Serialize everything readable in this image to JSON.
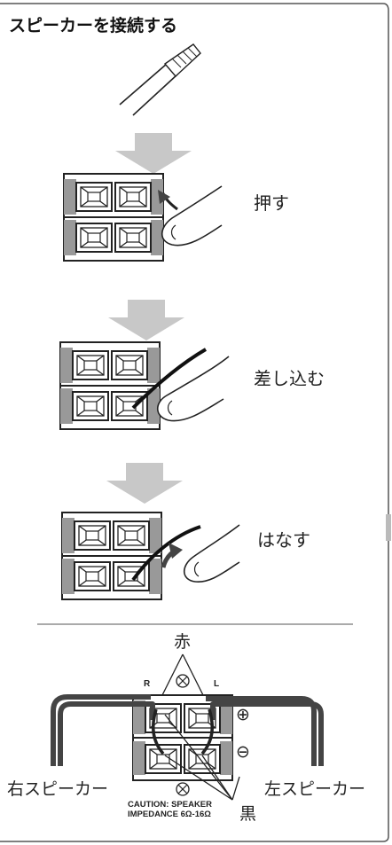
{
  "title": "スピーカーを接続する",
  "steps": [
    {
      "label": "押す"
    },
    {
      "label": "差し込む"
    },
    {
      "label": "はなす"
    }
  ],
  "connection": {
    "red_label": "赤",
    "black_label": "黒",
    "right_channel": "R",
    "left_channel": "L",
    "right_speaker": "右スピーカー",
    "left_speaker": "左スピーカー",
    "plus_symbol": "⊕",
    "minus_symbol": "⊖",
    "caution_line1": "CAUTION: SPEAKER",
    "caution_line2": "IMPEDANCE 6Ω-16Ω"
  }
}
